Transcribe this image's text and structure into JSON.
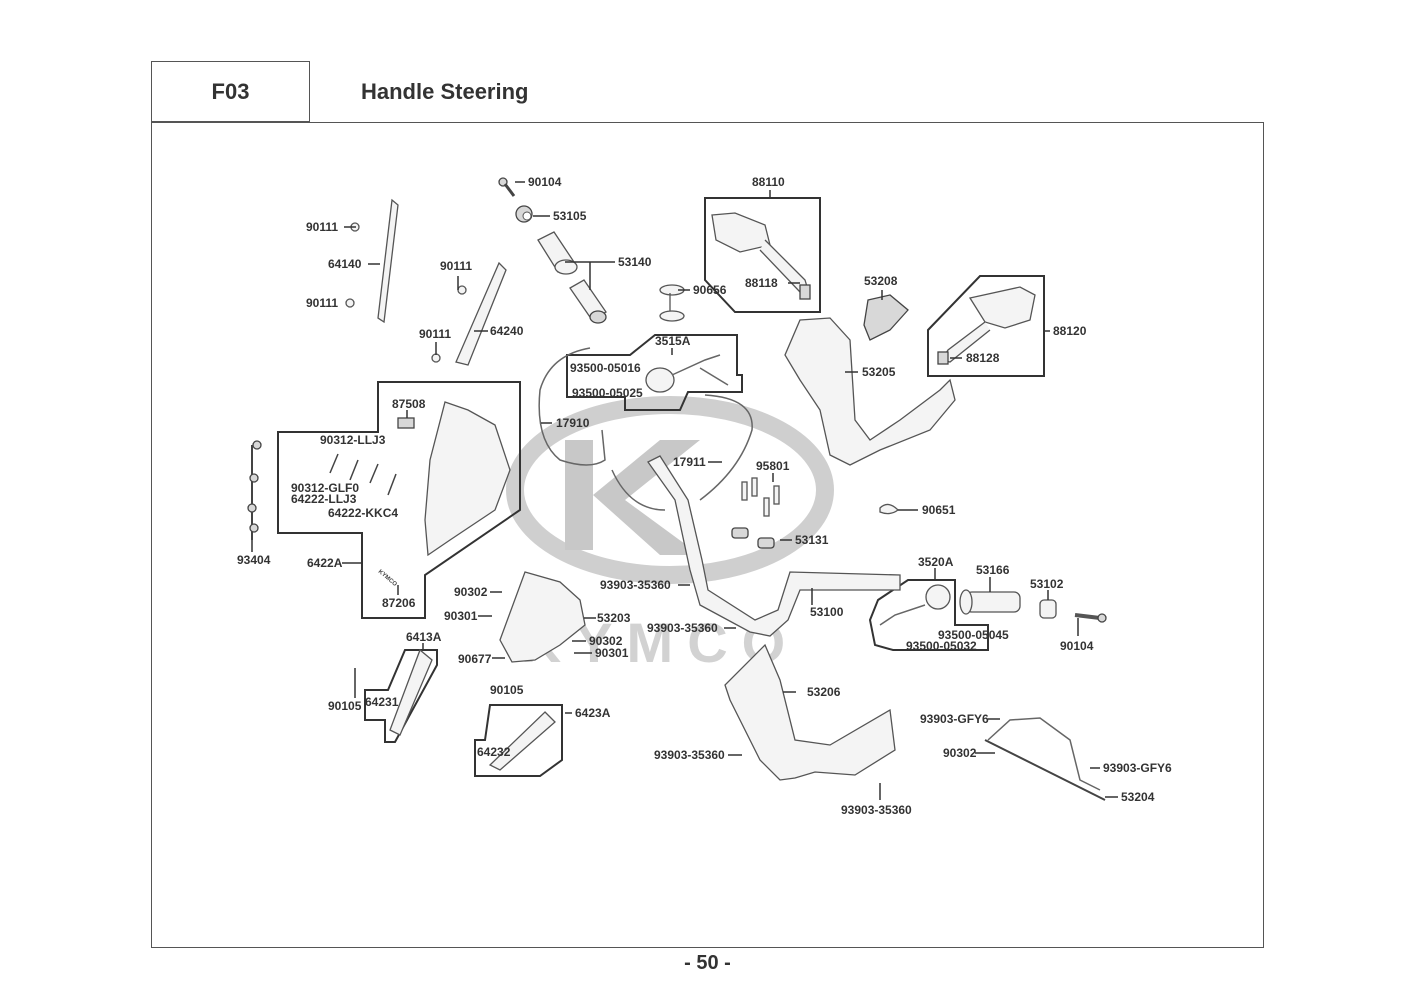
{
  "header": {
    "section_code": "F03",
    "title": "Handle Steering"
  },
  "footer": {
    "page_number": "- 50 -"
  },
  "watermark": {
    "brand": "KYMCO"
  },
  "parts": [
    {
      "id": "p-90104-top",
      "label": "90104"
    },
    {
      "id": "p-53105",
      "label": "53105"
    },
    {
      "id": "p-53140",
      "label": "53140"
    },
    {
      "id": "p-90656",
      "label": "90656"
    },
    {
      "id": "p-90111-a",
      "label": "90111"
    },
    {
      "id": "p-64140",
      "label": "64140"
    },
    {
      "id": "p-90111-b",
      "label": "90111"
    },
    {
      "id": "p-90111-c",
      "label": "90111"
    },
    {
      "id": "p-64240",
      "label": "64240"
    },
    {
      "id": "p-90111-d",
      "label": "90111"
    },
    {
      "id": "p-88110",
      "label": "88110"
    },
    {
      "id": "p-88118",
      "label": "88118"
    },
    {
      "id": "p-53208",
      "label": "53208"
    },
    {
      "id": "p-88120",
      "label": "88120"
    },
    {
      "id": "p-88128",
      "label": "88128"
    },
    {
      "id": "p-53205",
      "label": "53205"
    },
    {
      "id": "p-3515A",
      "label": "3515A"
    },
    {
      "id": "p-93500-05016",
      "label": "93500-05016"
    },
    {
      "id": "p-93500-05025",
      "label": "93500-05025"
    },
    {
      "id": "p-17910",
      "label": "17910"
    },
    {
      "id": "p-17911",
      "label": "17911"
    },
    {
      "id": "p-95801",
      "label": "95801"
    },
    {
      "id": "p-53131",
      "label": "53131"
    },
    {
      "id": "p-90651",
      "label": "90651"
    },
    {
      "id": "p-87508",
      "label": "87508"
    },
    {
      "id": "p-90312-LLJ3",
      "label": "90312-LLJ3"
    },
    {
      "id": "p-90312-GLF0",
      "label": "90312-GLF0"
    },
    {
      "id": "p-64222-LLJ3",
      "label": "64222-LLJ3"
    },
    {
      "id": "p-64222-KKC4",
      "label": "64222-KKC4"
    },
    {
      "id": "p-93404",
      "label": "93404"
    },
    {
      "id": "p-6422A",
      "label": "6422A"
    },
    {
      "id": "p-87206",
      "label": "87206"
    },
    {
      "id": "p-93903-35360-a",
      "label": "93903-35360"
    },
    {
      "id": "p-93903-35360-b",
      "label": "93903-35360"
    },
    {
      "id": "p-53100",
      "label": "53100"
    },
    {
      "id": "p-3520A",
      "label": "3520A"
    },
    {
      "id": "p-53166",
      "label": "53166"
    },
    {
      "id": "p-53102",
      "label": "53102"
    },
    {
      "id": "p-90104-right",
      "label": "90104"
    },
    {
      "id": "p-93500-05045",
      "label": "93500-05045"
    },
    {
      "id": "p-93500-05032",
      "label": "93500-05032"
    },
    {
      "id": "p-90302-a",
      "label": "90302"
    },
    {
      "id": "p-90301-a",
      "label": "90301"
    },
    {
      "id": "p-53203",
      "label": "53203"
    },
    {
      "id": "p-90302-b",
      "label": "90302"
    },
    {
      "id": "p-90301-b",
      "label": "90301"
    },
    {
      "id": "p-90677",
      "label": "90677"
    },
    {
      "id": "p-6413A",
      "label": "6413A"
    },
    {
      "id": "p-90105-a",
      "label": "90105"
    },
    {
      "id": "p-64231",
      "label": "64231"
    },
    {
      "id": "p-90105-b",
      "label": "90105"
    },
    {
      "id": "p-6423A",
      "label": "6423A"
    },
    {
      "id": "p-64232",
      "label": "64232"
    },
    {
      "id": "p-53206",
      "label": "53206"
    },
    {
      "id": "p-93903-35360-c",
      "label": "93903-35360"
    },
    {
      "id": "p-93903-35360-d",
      "label": "93903-35360"
    },
    {
      "id": "p-93903-GFY6-a",
      "label": "93903-GFY6"
    },
    {
      "id": "p-90302-c",
      "label": "90302"
    },
    {
      "id": "p-93903-GFY6-b",
      "label": "93903-GFY6"
    },
    {
      "id": "p-53204",
      "label": "53204"
    }
  ]
}
